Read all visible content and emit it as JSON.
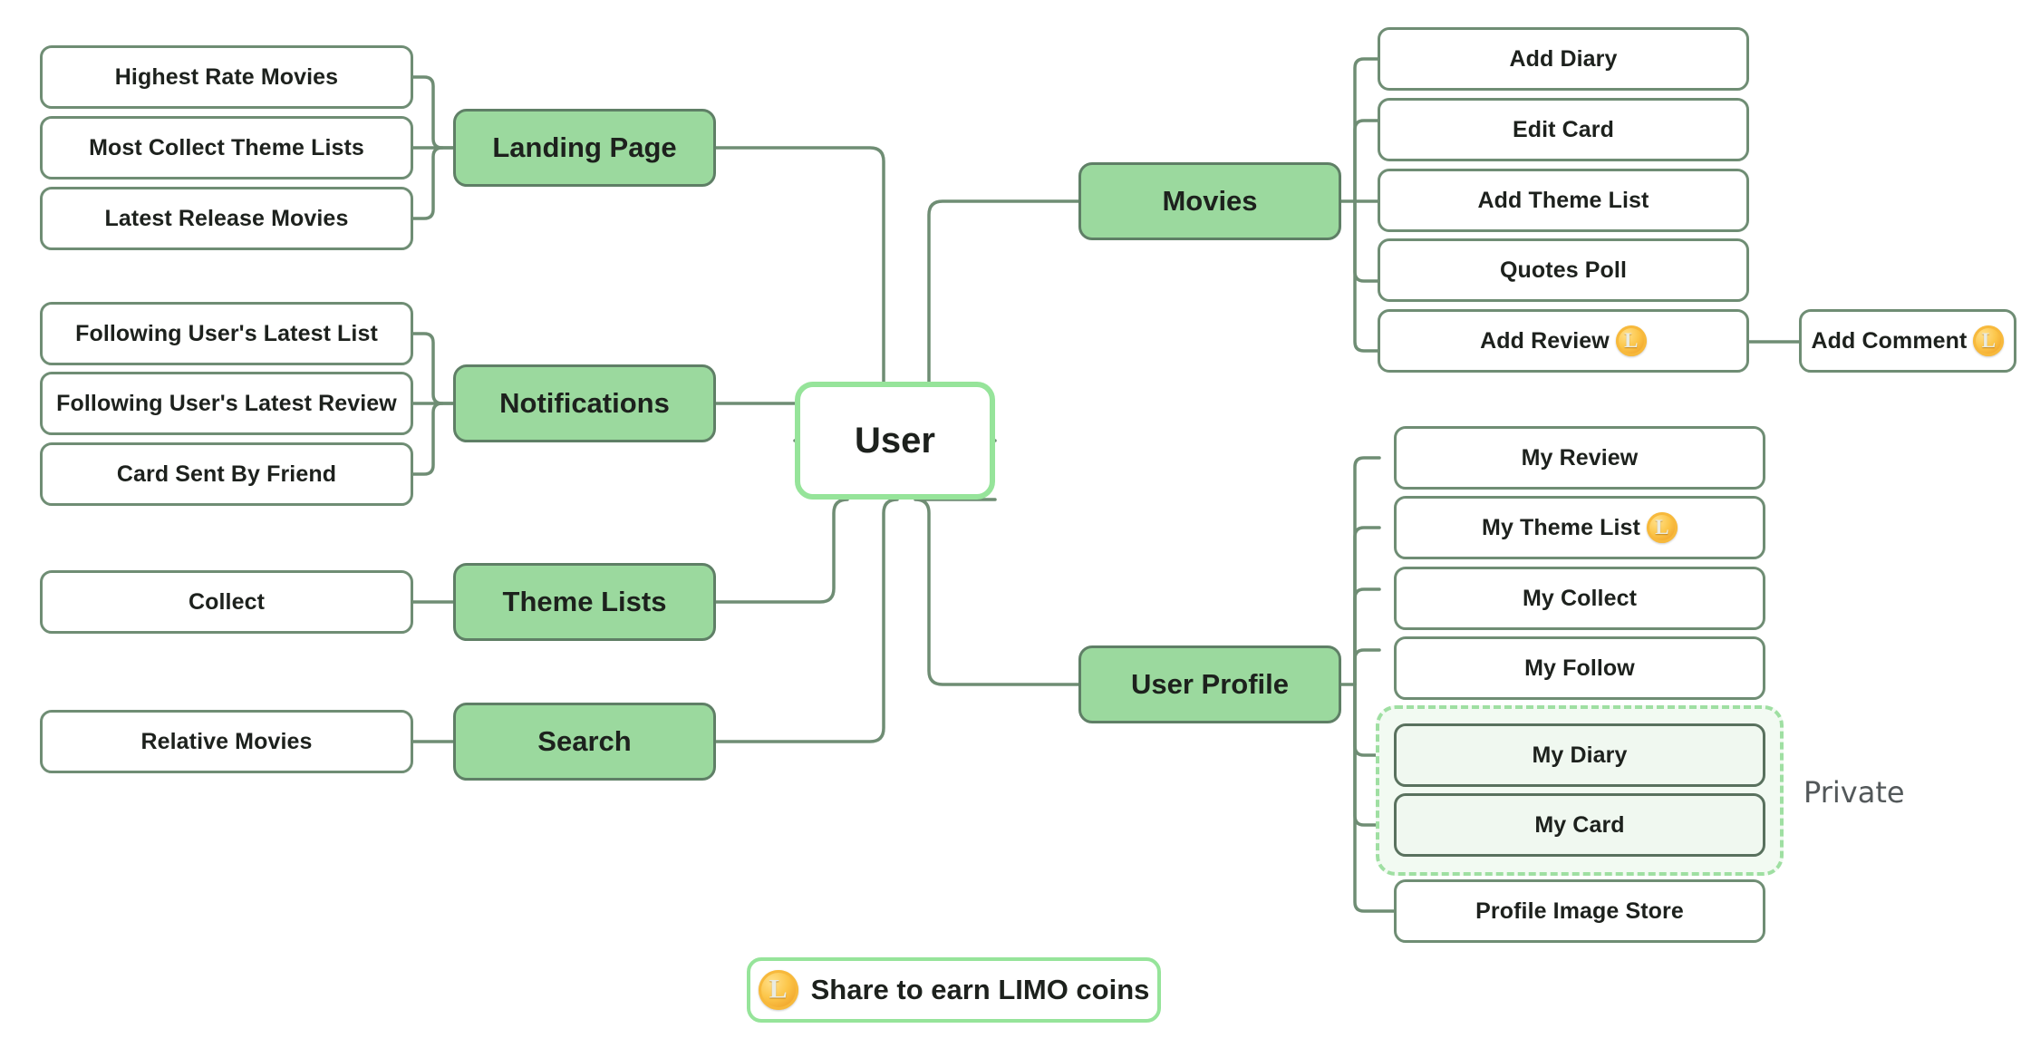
{
  "diagram": {
    "title": "User",
    "colors": {
      "branch_fill": "#9bd99e",
      "branch_border": "#5f7f66",
      "leaf_border": "#6f8d74",
      "root_border": "#96e49a",
      "private_border": "#9fdfa2",
      "private_fill": "#f2faf2",
      "coin": "#f0a32a",
      "text": "#1d211d"
    },
    "root": {
      "label": "User"
    },
    "left_branches": [
      {
        "label": "Landing Page",
        "children": [
          {
            "label": "Highest Rate Movies",
            "coin": false
          },
          {
            "label": "Most Collect Theme Lists",
            "coin": false
          },
          {
            "label": "Latest Release Movies",
            "coin": false
          }
        ]
      },
      {
        "label": "Notifications",
        "children": [
          {
            "label": "Following User's Latest List",
            "coin": false
          },
          {
            "label": "Following User's Latest Review",
            "coin": false
          },
          {
            "label": "Card Sent By Friend",
            "coin": false
          }
        ]
      },
      {
        "label": "Theme Lists",
        "children": [
          {
            "label": "Collect",
            "coin": false
          }
        ]
      },
      {
        "label": "Search",
        "children": [
          {
            "label": "Relative Movies",
            "coin": false
          }
        ]
      }
    ],
    "right_branches": [
      {
        "label": "Movies",
        "children": [
          {
            "label": "Add Diary",
            "coin": false
          },
          {
            "label": "Edit Card",
            "coin": false
          },
          {
            "label": "Add Theme List",
            "coin": false
          },
          {
            "label": "Quotes Poll",
            "coin": false
          },
          {
            "label": "Add Review",
            "coin": true,
            "children": [
              {
                "label": "Add Comment",
                "coin": true
              }
            ]
          }
        ]
      },
      {
        "label": "User Profile",
        "children": [
          {
            "label": "My Review",
            "coin": false,
            "private": false
          },
          {
            "label": "My Theme List",
            "coin": true,
            "private": false
          },
          {
            "label": "My Collect",
            "coin": false,
            "private": false
          },
          {
            "label": "My Follow",
            "coin": false,
            "private": false
          },
          {
            "label": "My Diary",
            "coin": false,
            "private": true
          },
          {
            "label": "My Card",
            "coin": false,
            "private": true
          },
          {
            "label": "Profile Image Store",
            "coin": false,
            "private": false
          }
        ]
      }
    ],
    "annotations": {
      "private_label": "Private"
    },
    "legend": {
      "label": "Share to earn LIMO coins",
      "icon": "limo-coin-icon"
    }
  }
}
